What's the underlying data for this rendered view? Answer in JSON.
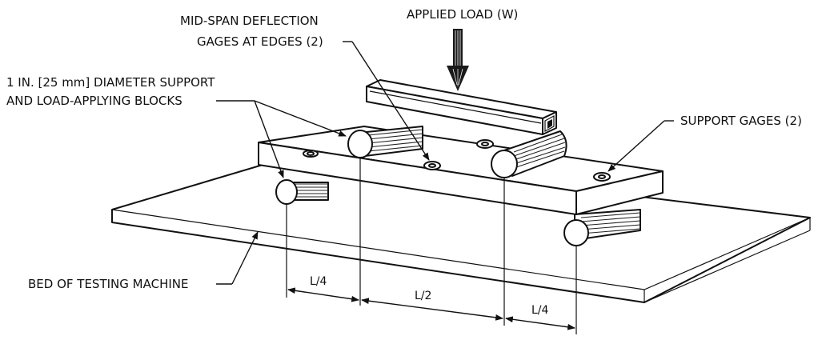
{
  "labels": {
    "applied_load": "APPLIED LOAD (W)",
    "midspan_line1": "MID-SPAN DEFLECTION",
    "midspan_line2": "GAGES AT EDGES (2)",
    "blocks_line1": "1 IN. [25 mm] DIAMETER SUPPORT",
    "blocks_line2": "AND LOAD-APPLYING BLOCKS",
    "support_gages": "SUPPORT GAGES (2)",
    "bed": "BED OF TESTING MACHINE"
  },
  "dimensions": {
    "left_quarter": "L/4",
    "middle_half": "L/2",
    "right_quarter": "L/4"
  },
  "colors": {
    "ink": "#111111",
    "paper": "#ffffff"
  }
}
